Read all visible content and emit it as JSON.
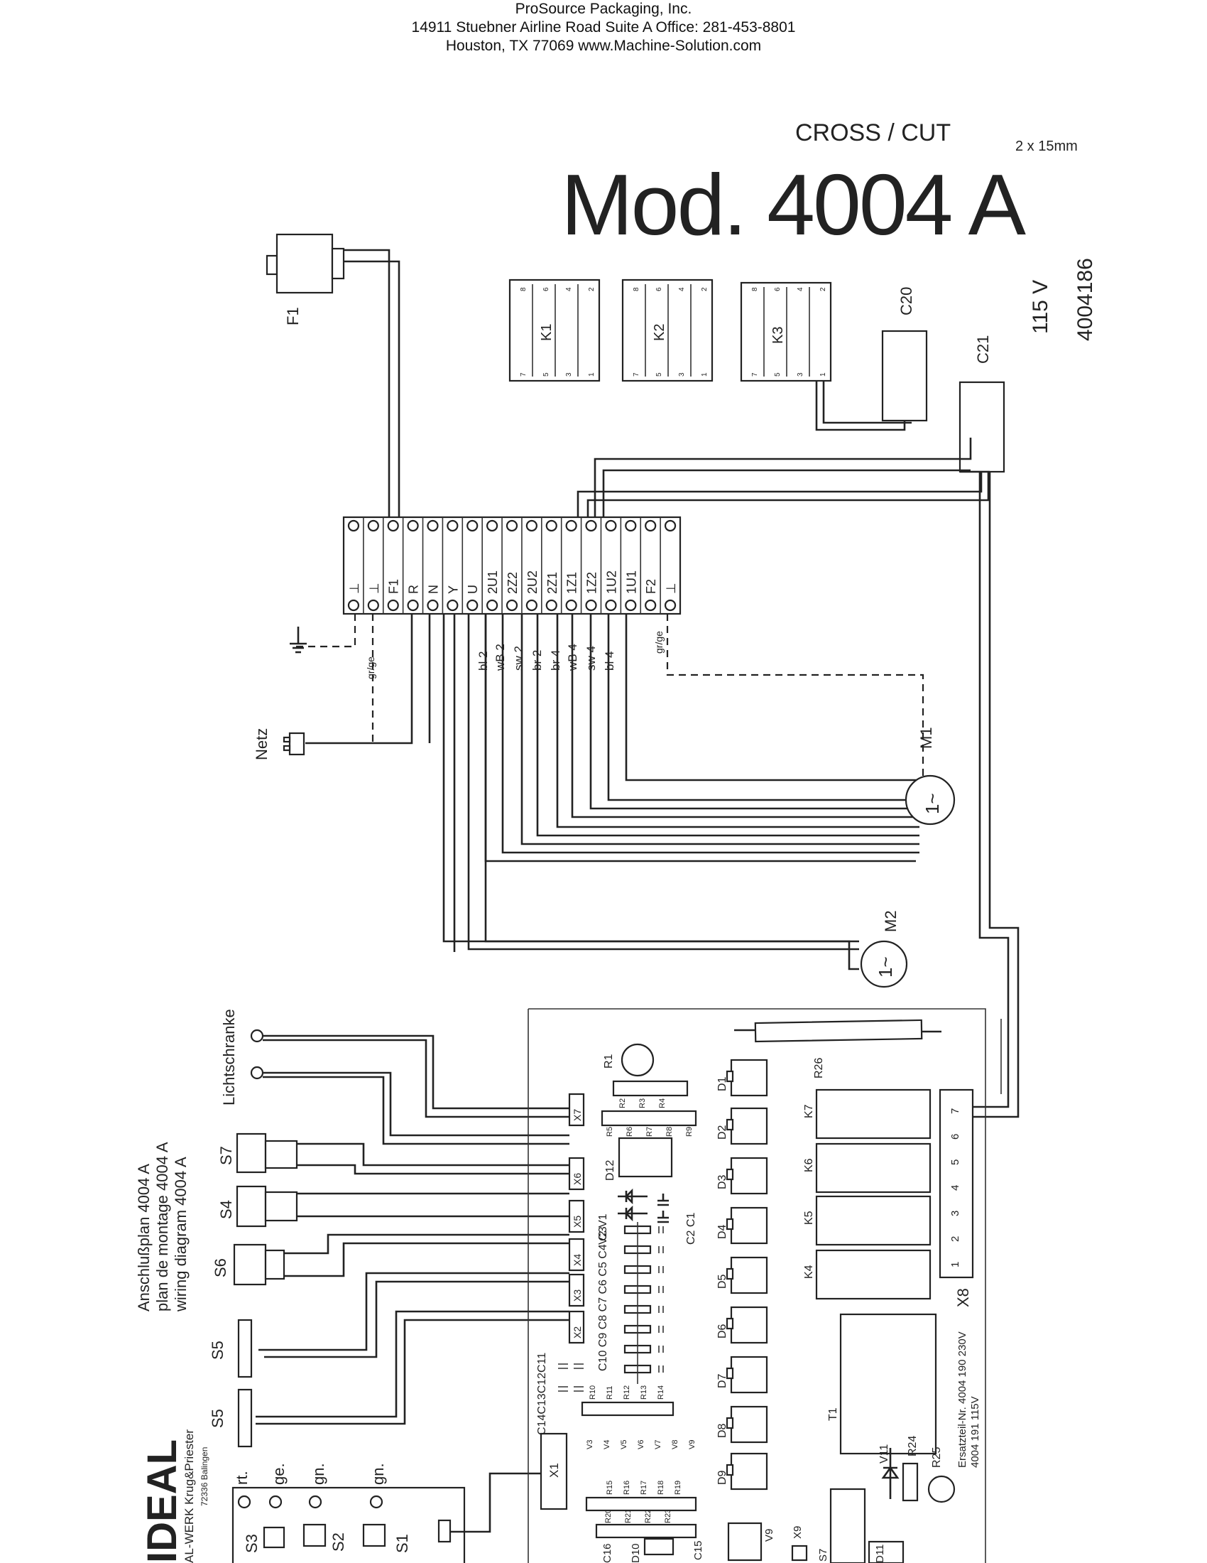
{
  "header": {
    "company": "ProSource Packaging, Inc.",
    "address": "14911 Stuebner Airline Road Suite A   Office: 281-453-8801",
    "city": "Houston, TX 77069     www.Machine-Solution.com"
  },
  "title": {
    "subtitle": "CROSS / CUT",
    "cut_size": "2 x 15mm",
    "model": "Mod. 4004 A",
    "voltage": "115 V",
    "part_number": "4004186"
  },
  "relays": [
    {
      "label": "K1",
      "pins_top": [
        "8",
        "6",
        "4",
        "2"
      ],
      "pins_bottom": [
        "7",
        "5",
        "3",
        "1"
      ]
    },
    {
      "label": "K2",
      "pins_top": [
        "8",
        "6",
        "4",
        "2"
      ],
      "pins_bottom": [
        "7",
        "5",
        "3",
        "1"
      ]
    },
    {
      "label": "K3",
      "pins_top": [
        "8",
        "6",
        "4",
        "2"
      ],
      "pins_bottom": [
        "7",
        "5",
        "3",
        "1"
      ]
    }
  ],
  "capacitors": {
    "c20": "C20",
    "c21": "C21"
  },
  "fuse": "F1",
  "terminal_block": [
    "⊥",
    "⊥",
    "F1",
    "R",
    "N",
    "Y",
    "U",
    "2U1",
    "2Z2",
    "2U2",
    "2Z1",
    "1Z1",
    "1Z2",
    "1U2",
    "1U1",
    "F2",
    "⊥"
  ],
  "wire_colors": [
    "bl 2",
    "wB 2",
    "sw 2",
    "br 2",
    "br 4",
    "wB 4",
    "sw 4",
    "bl 4"
  ],
  "ground_tags": [
    "gr/ge",
    "gr/ge"
  ],
  "mains": "Netz",
  "motors": {
    "m1": "M1",
    "m1_symbol": "1~",
    "m2": "M2",
    "m2_symbol": "1~"
  },
  "sensor": "Lichtschranke",
  "switches": {
    "s7": "S7",
    "s4": "S4",
    "s6": "S6",
    "s5a": "S5",
    "s5b": "S5"
  },
  "connectors": [
    "X7",
    "X6",
    "X5",
    "X4",
    "X3",
    "X2",
    "X1"
  ],
  "plan_titles": {
    "line1": "Anschlußplan     4004 A",
    "line2": "plan de montage  4004 A",
    "line3": "wiring diagram   4004 A"
  },
  "brand": {
    "logo": "IDEAL",
    "maker": "AL-WERK Krug&Priester",
    "city": "72336 Balingen"
  },
  "panel": {
    "buttons": [
      "S3",
      "S2",
      "S1"
    ],
    "leds": [
      "rt.",
      "ge.",
      "gn.",
      "gn."
    ]
  },
  "board": {
    "diodes": [
      "D1",
      "D2",
      "D3",
      "D4",
      "D5",
      "D6",
      "D7",
      "D8",
      "D9"
    ],
    "relays": [
      "K7",
      "K6",
      "K5",
      "K4"
    ],
    "terminal_label": "X8",
    "terminal_pins": [
      "7",
      "6",
      "5",
      "4",
      "3",
      "2",
      "1"
    ],
    "labels": {
      "r1": "R1",
      "r26": "R26",
      "d12": "D12",
      "ic1": "C11",
      "v2v1": "V2 V1",
      "c2c1": "C2 C1",
      "caps": "C10 C9 C8 C7 C6 C5 C4 C3",
      "caps2": "C14C13C12C11",
      "t1": "T1",
      "x1": "X1",
      "v11": "V11",
      "r24": "R24",
      "r25": "R25",
      "c16": "C16",
      "d10": "D10",
      "c15": "C15",
      "v9": "V9",
      "x9": "X9",
      "s7": "S7",
      "d11": "D11",
      "res_row1": [
        "R2",
        "R3",
        "R4"
      ],
      "res_row2": [
        "R5",
        "R6",
        "R7",
        "R8",
        "R9"
      ],
      "res_row3": [
        "R10",
        "R11",
        "R12",
        "R13",
        "R14"
      ],
      "trans_row": [
        "V3",
        "V4",
        "V5",
        "V6",
        "V7",
        "V8",
        "V9"
      ],
      "res_row4": [
        "R15",
        "R16",
        "R17",
        "R18",
        "R19"
      ],
      "res_row5": [
        "R20",
        "R21",
        "R22",
        "R23"
      ],
      "spare1": "Ersatzteil-Nr. 4004 190 230V",
      "spare2": "4004 191 115V"
    }
  }
}
